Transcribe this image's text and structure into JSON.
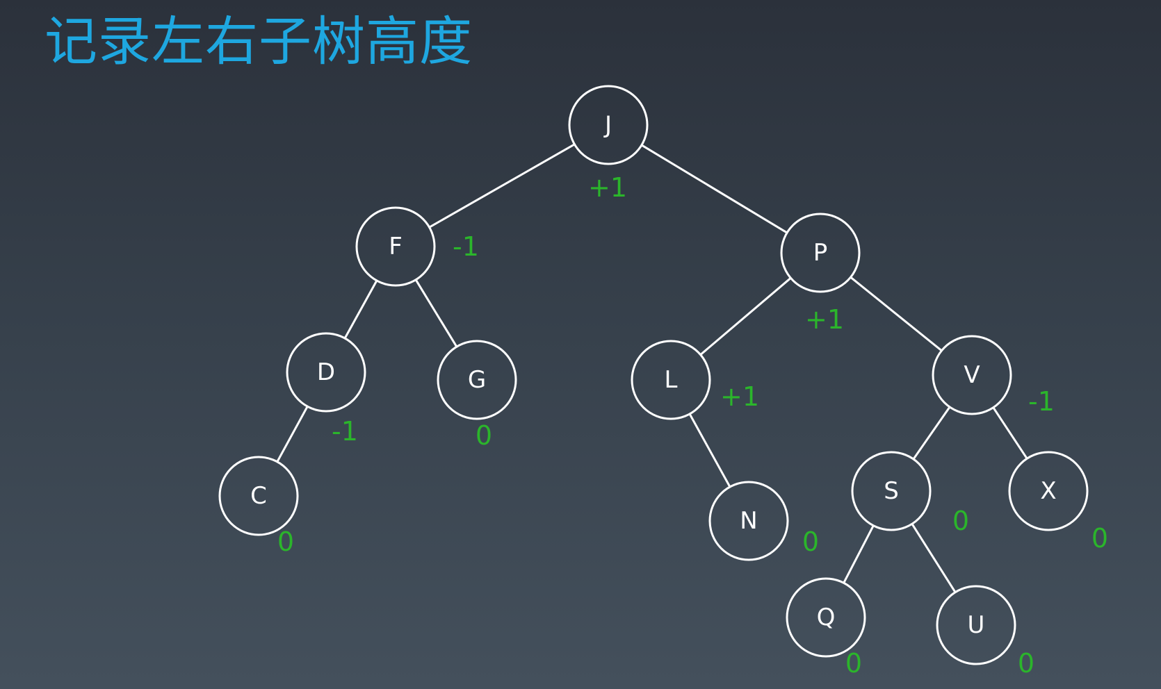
{
  "title": "记录左右子树高度",
  "colors": {
    "title": "#1ea7e0",
    "node_stroke": "#ffffff",
    "node_text": "#ffffff",
    "edge": "#ffffff",
    "balance": "#2bb52b"
  },
  "tree": {
    "nodes": [
      {
        "id": "J",
        "label": "J",
        "balance": "+1"
      },
      {
        "id": "F",
        "label": "F",
        "balance": "-1"
      },
      {
        "id": "P",
        "label": "P",
        "balance": "+1"
      },
      {
        "id": "D",
        "label": "D",
        "balance": "-1"
      },
      {
        "id": "G",
        "label": "G",
        "balance": "0"
      },
      {
        "id": "L",
        "label": "L",
        "balance": "+1"
      },
      {
        "id": "V",
        "label": "V",
        "balance": "-1"
      },
      {
        "id": "C",
        "label": "C",
        "balance": "0"
      },
      {
        "id": "N",
        "label": "N",
        "balance": "0"
      },
      {
        "id": "S",
        "label": "S",
        "balance": "0"
      },
      {
        "id": "X",
        "label": "X",
        "balance": "0"
      },
      {
        "id": "Q",
        "label": "Q",
        "balance": "0"
      },
      {
        "id": "U",
        "label": "U",
        "balance": "0"
      }
    ],
    "edges": [
      [
        "J",
        "F"
      ],
      [
        "J",
        "P"
      ],
      [
        "F",
        "D"
      ],
      [
        "F",
        "G"
      ],
      [
        "D",
        "C"
      ],
      [
        "P",
        "L"
      ],
      [
        "P",
        "V"
      ],
      [
        "L",
        "N"
      ],
      [
        "V",
        "S"
      ],
      [
        "V",
        "X"
      ],
      [
        "S",
        "Q"
      ],
      [
        "S",
        "U"
      ]
    ]
  }
}
